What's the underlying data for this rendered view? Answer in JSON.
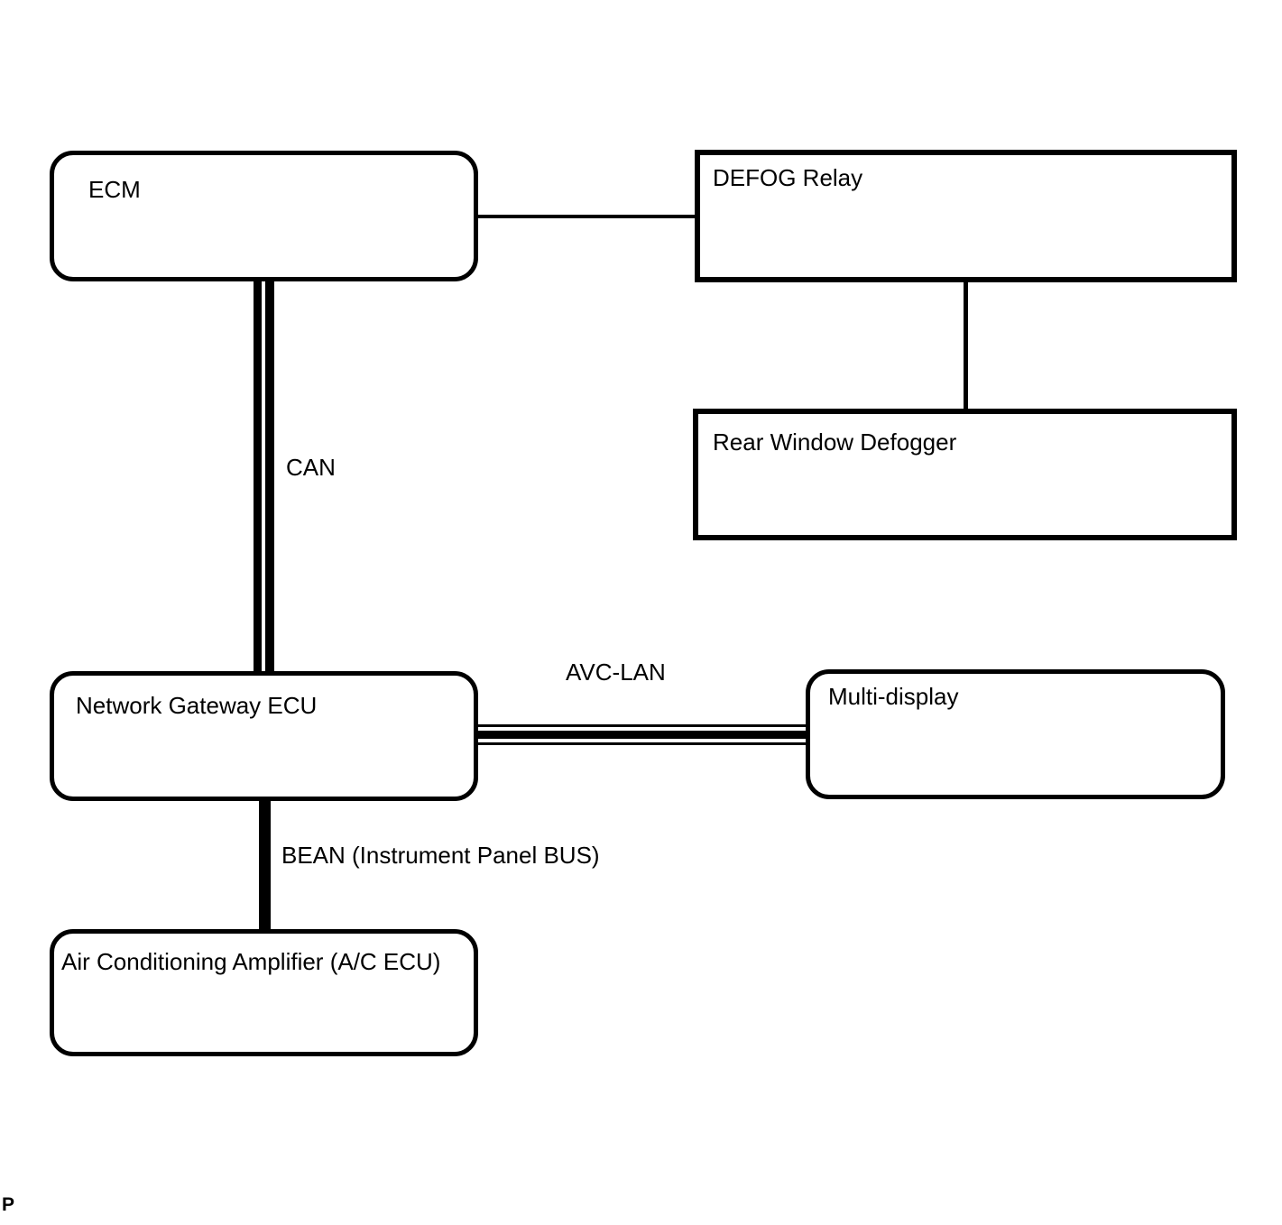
{
  "page_label": "P",
  "colors": {
    "line": "#000000",
    "background": "#ffffff",
    "text": "#000000"
  },
  "nodes": {
    "ecm": {
      "label": "ECM"
    },
    "defog_relay": {
      "label": "DEFOG Relay"
    },
    "rear_window_defogger": {
      "label": "Rear Window Defogger"
    },
    "network_gateway_ecu": {
      "label": "Network Gateway ECU"
    },
    "multi_display": {
      "label": "Multi-display"
    },
    "ac_amplifier": {
      "label": "Air Conditioning Amplifier (A/C ECU)"
    }
  },
  "buses": {
    "can": {
      "label": "CAN",
      "style": "double-line",
      "connects": [
        "ecm",
        "network_gateway_ecu"
      ]
    },
    "avc_lan": {
      "label": "AVC-LAN",
      "style": "thin-thick-thin-line",
      "connects": [
        "network_gateway_ecu",
        "multi_display"
      ]
    },
    "bean": {
      "label": "BEAN (Instrument Panel BUS)",
      "style": "single-thick-line",
      "connects": [
        "network_gateway_ecu",
        "ac_amplifier"
      ]
    }
  },
  "wires": {
    "ecm_to_defog_relay": {
      "style": "single-thin-line"
    },
    "defog_relay_to_rear_window_defogger": {
      "style": "single-thin-line"
    }
  }
}
